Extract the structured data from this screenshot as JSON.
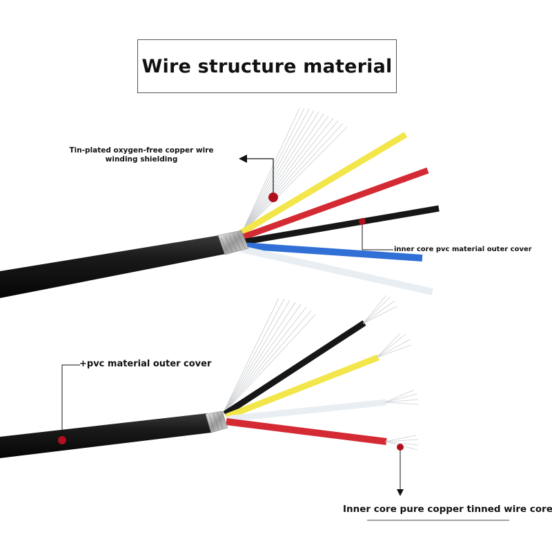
{
  "title": "Wire structure material",
  "labels": {
    "shielding": "Tin-plated oxygen-free copper wire winding shielding",
    "inner_core_pvc": "inner core pvc material outer cover",
    "pvc_outer_cover": "+pvc material outer cover",
    "copper_core": "Inner core pure copper tinned wire core"
  },
  "colors": {
    "cable_jacket": "#141414",
    "marker_dot": "#b0101e",
    "wire_yellow": "#f3e64a",
    "wire_red": "#d42a33",
    "wire_black": "#161616",
    "wire_blue": "#2f6fd6",
    "wire_white": "#e9eef3"
  },
  "icons": [
    "arrow-left-icon",
    "arrow-down-icon"
  ]
}
